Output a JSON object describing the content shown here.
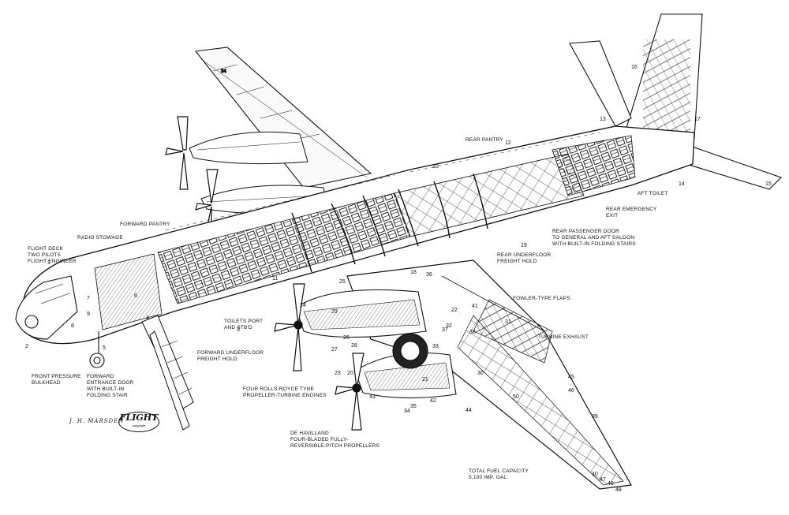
{
  "labels": {
    "flight_deck": "FLIGHT DECK",
    "two_pilots": "TWO PILOTS",
    "flight_engineer": "FLIGHT ENGINEER",
    "radio_stowage": "RADIO STOWAGE",
    "forward_pantry": "FORWARD PANTRY",
    "rear_pantry": "REAR PANTRY",
    "front_pressure_1": "FRONT PRESSURE",
    "front_pressure_2": "BULKHEAD",
    "fwd_door_1": "FORWARD",
    "fwd_door_2": "ENTRANCE DOOR",
    "fwd_door_3": "WITH BUILT-IN",
    "fwd_door_4": "FOLDING STAIR",
    "toilets_1": "TOILETS PORT",
    "toilets_2": "AND STB'D",
    "fwd_hold_1": "FORWARD UNDERFLOOR",
    "fwd_hold_2": "FREIGHT HOLD",
    "rear_hold_1": "REAR UNDERFLOOR",
    "rear_hold_2": "FREIGHT HOLD",
    "rear_door_1": "REAR PASSENGER DOOR",
    "rear_door_2": "TO GENERAL AND AFT SALOON",
    "rear_door_3": "WITH BUILT-IN FOLDING STAIRS",
    "rear_exit_1": "REAR EMERGENCY",
    "rear_exit_2": "EXIT",
    "aft_toilet": "AFT TOILET",
    "flaps": "FOWLER-TYPE FLAPS",
    "turbine_exhaust": "TURBINE EXHAUST",
    "engines_1": "FOUR ROLLS-ROYCE TYNE",
    "engines_2": "PROPELLER-TURBINE ENGINES",
    "props_1": "DE HAVILLAND",
    "props_2": "FOUR-BLADED FULLY-",
    "props_3": "REVERSIBLE-PITCH PROPELLERS",
    "fuel_1": "TOTAL FUEL CAPACITY",
    "fuel_2": "5,100 Imp. gal.",
    "artist": "J. H. MARSDEN",
    "logo": "FLIGHT",
    "logo_sub": "copyright"
  },
  "numbers": [
    "1",
    "2",
    "3",
    "4",
    "5",
    "6",
    "7",
    "8",
    "9",
    "10",
    "11",
    "12",
    "13",
    "14",
    "15",
    "16",
    "17",
    "18",
    "19",
    "20",
    "21",
    "22",
    "23",
    "24",
    "25",
    "26",
    "27",
    "28",
    "29",
    "30",
    "31",
    "32",
    "33",
    "34",
    "35",
    "36",
    "37",
    "38",
    "39",
    "40",
    "41",
    "42",
    "43",
    "44",
    "45",
    "46",
    "47",
    "48",
    "49",
    "50"
  ]
}
